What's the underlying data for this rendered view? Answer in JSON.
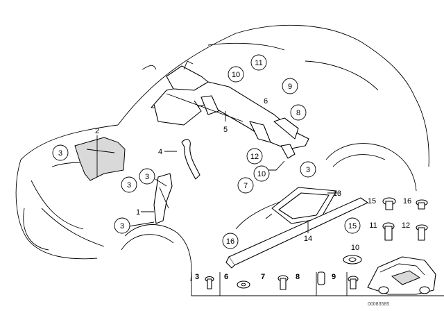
{
  "callouts": {
    "c1": "1",
    "c2": "2",
    "c3a": "3",
    "c3b": "3",
    "c3c": "3",
    "c3d": "3",
    "c3e": "3",
    "c4": "4",
    "c5": "5",
    "c6": "6",
    "c7": "7",
    "c8": "8",
    "c9": "9",
    "c10a": "10",
    "c10b": "10",
    "c11a": "11",
    "c11b": "11",
    "c12a": "12",
    "c12b": "12",
    "c13": "13",
    "c14": "14",
    "c15a": "15",
    "c15b": "15",
    "c16a": "16",
    "c16b": "16"
  },
  "legend": {
    "l3": "3",
    "l6": "6",
    "l7": "7",
    "l8": "8",
    "l9": "9"
  },
  "ref_number": "00083585"
}
